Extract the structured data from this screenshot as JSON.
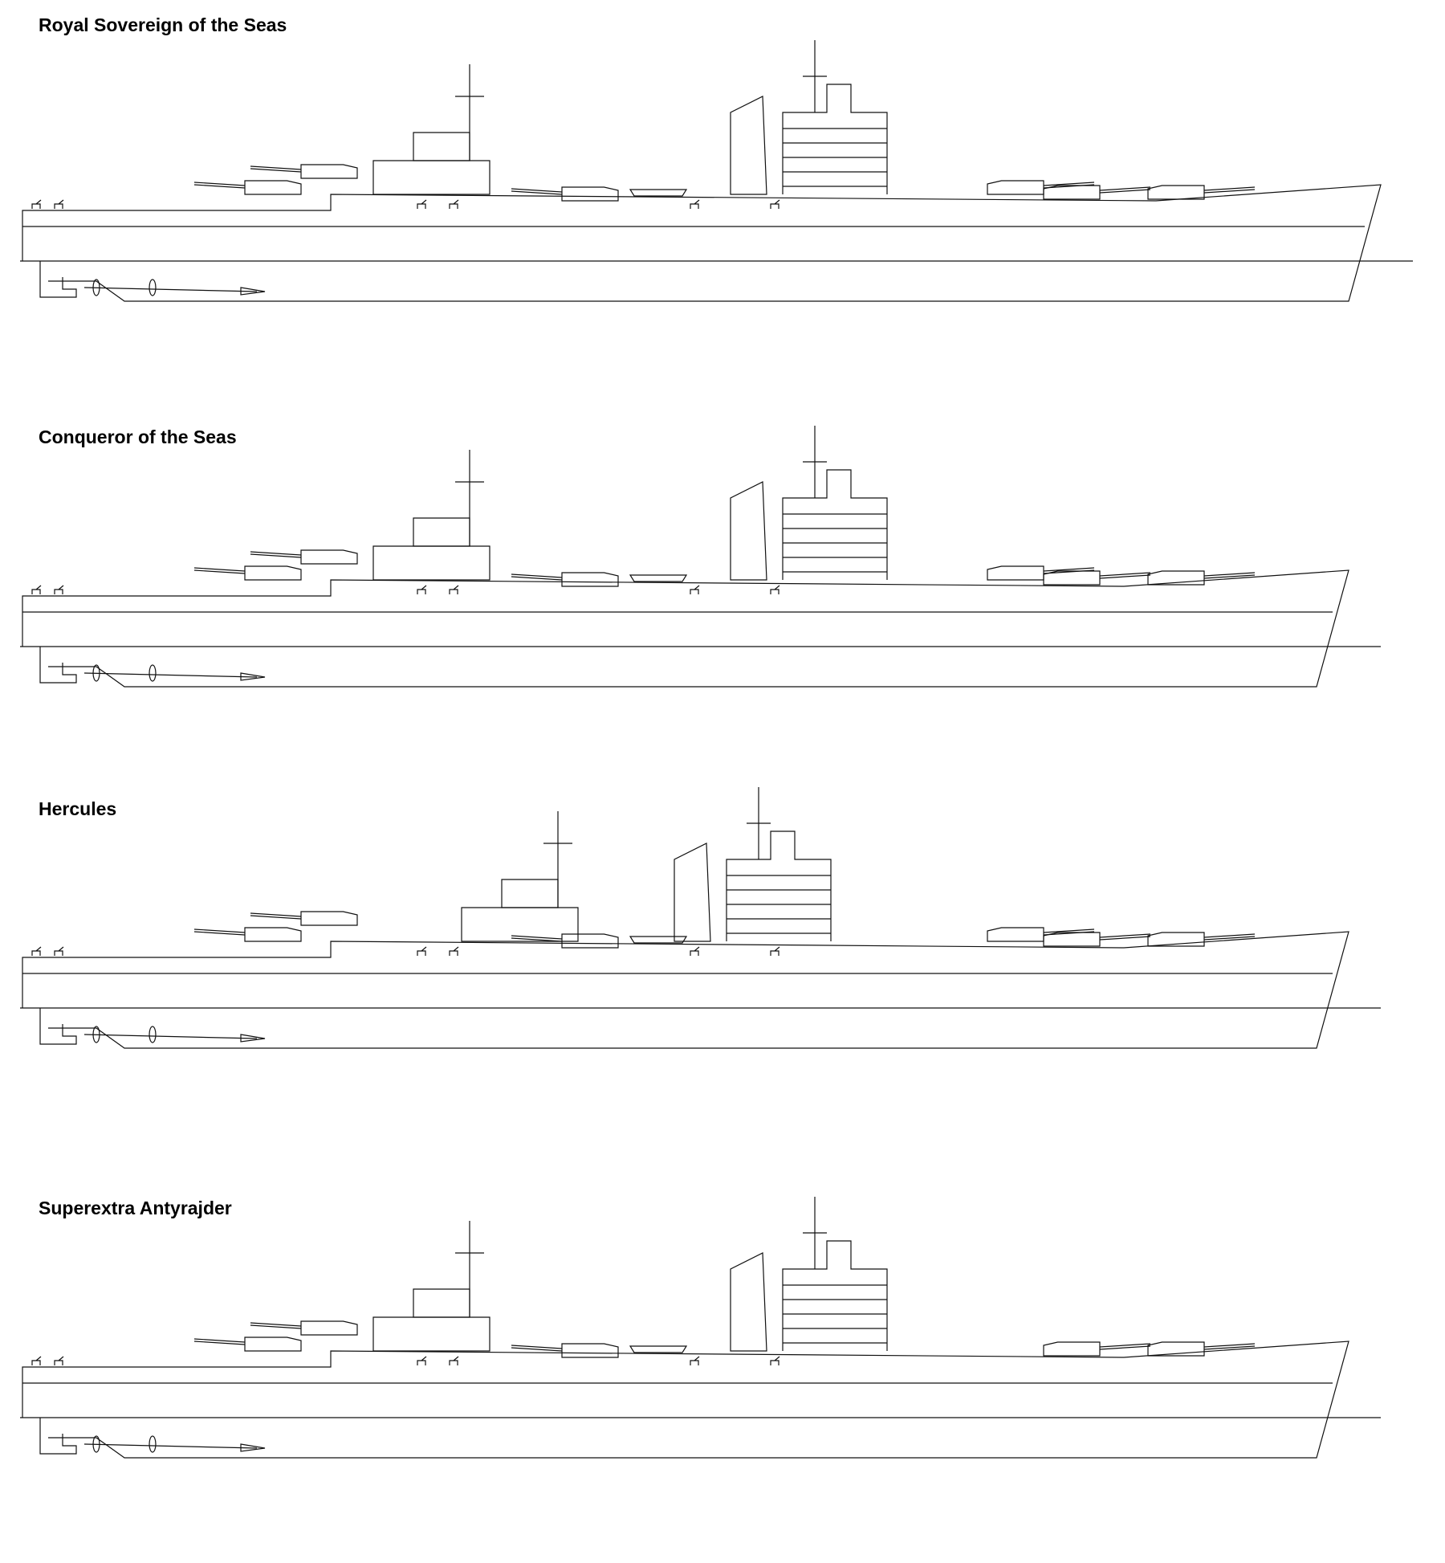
{
  "colors": {
    "line": "#111111",
    "background": "#ffffff"
  },
  "ships": [
    {
      "name": "Royal Sovereign of the Seas"
    },
    {
      "name": "Conqueror of the Seas"
    },
    {
      "name": "Hercules"
    },
    {
      "name": "Superextra Antyrajder"
    }
  ]
}
